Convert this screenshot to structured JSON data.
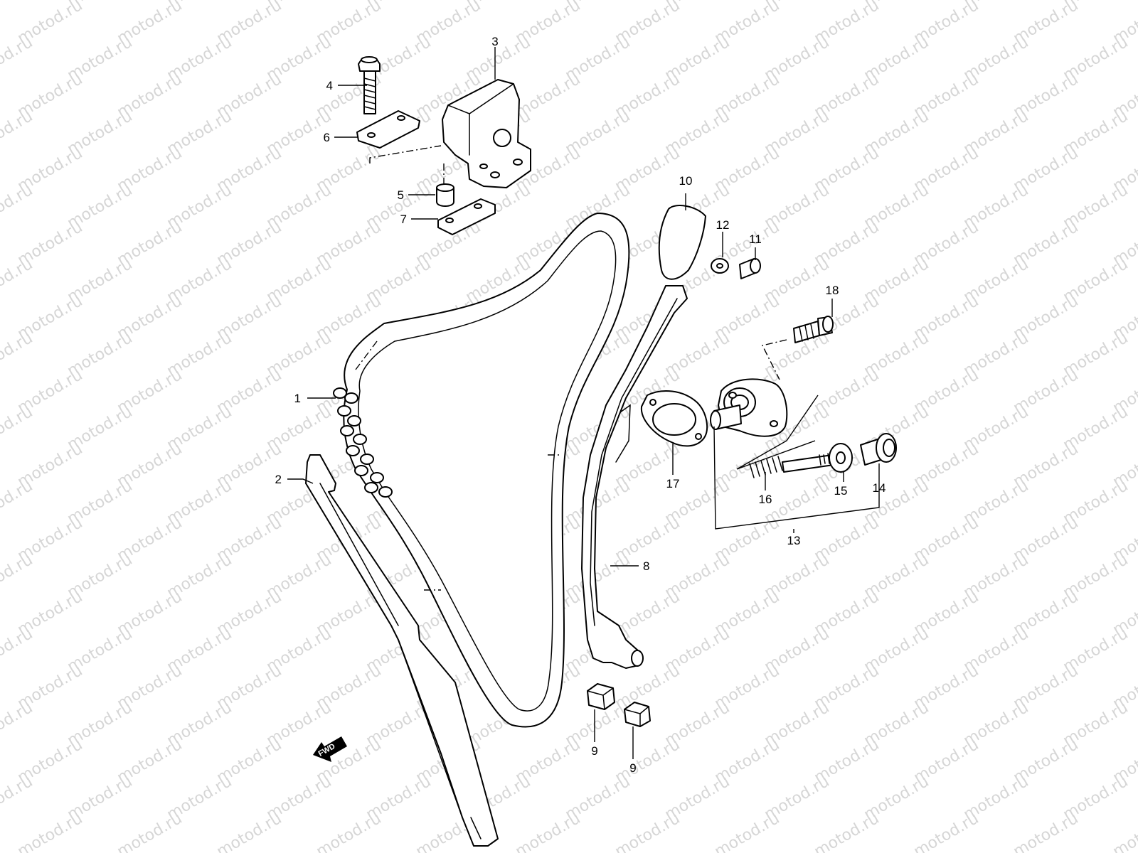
{
  "watermark": {
    "text": "motod.ru"
  },
  "badge": {
    "fwd_label": "FWD"
  },
  "callouts": {
    "c1": "1",
    "c2": "2",
    "c3": "3",
    "c4": "4",
    "c5": "5",
    "c6": "6",
    "c7": "7",
    "c8": "8",
    "c9a": "9",
    "c9b": "9",
    "c10": "10",
    "c11": "11",
    "c12": "12",
    "c13": "13",
    "c14": "14",
    "c15": "15",
    "c16": "16",
    "c17": "17",
    "c18": "18"
  },
  "colors": {
    "line": "#000000",
    "background": "#ffffff",
    "watermark": "#d6d6d6"
  }
}
